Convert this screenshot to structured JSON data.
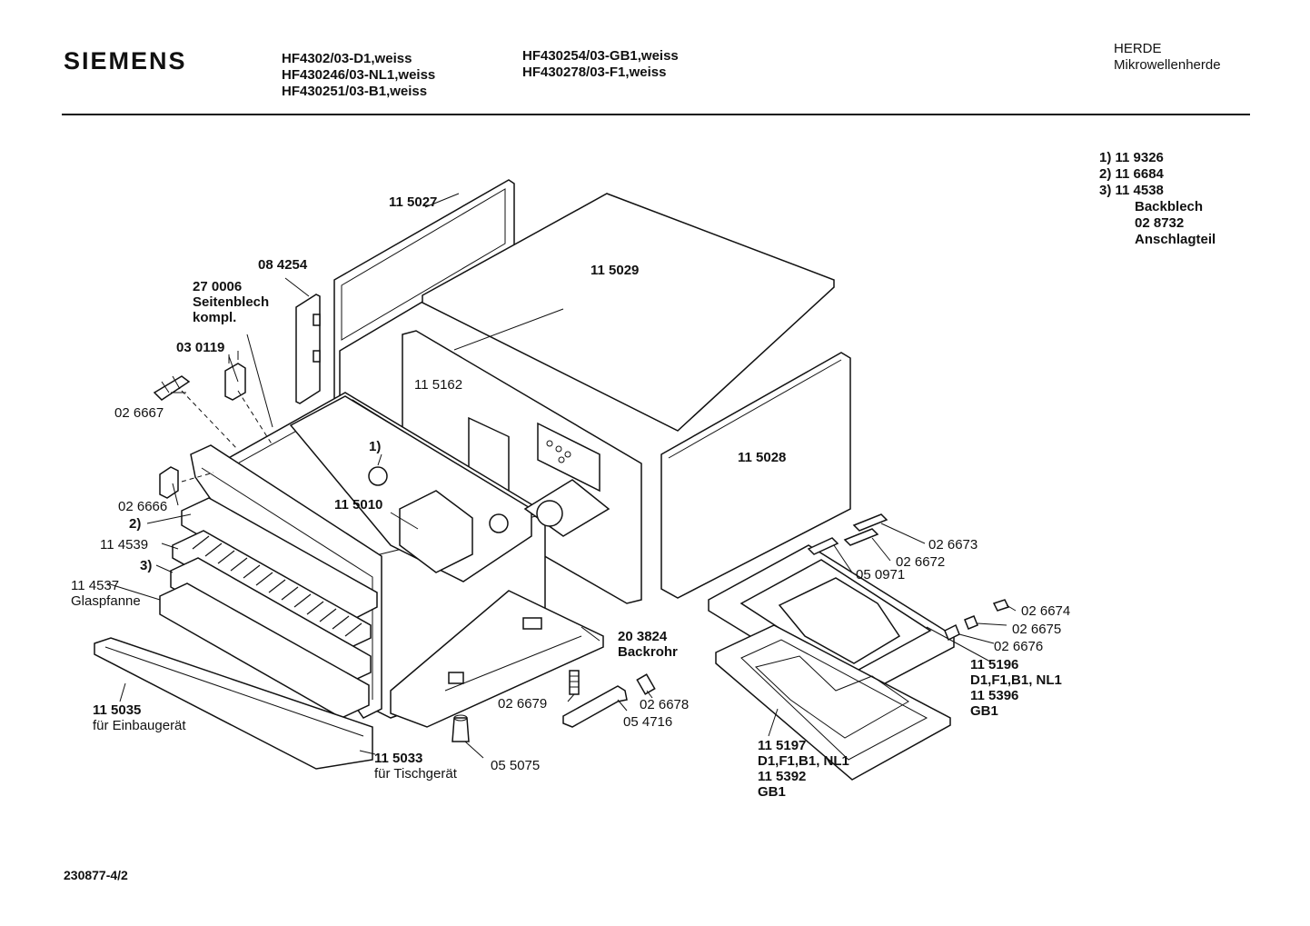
{
  "header": {
    "brand": "SIEMENS",
    "models_col1": [
      "HF4302/03-D1,weiss",
      "HF430246/03-NL1,weiss",
      "HF430251/03-B1,weiss"
    ],
    "models_col2": [
      "HF430254/03-GB1,weiss",
      "HF430278/03-F1,weiss"
    ],
    "category": [
      "HERDE",
      "Mikrowellenherde"
    ]
  },
  "legend": [
    {
      "text": "1) 11 9326",
      "indent": false
    },
    {
      "text": "2) 11 6684",
      "indent": false
    },
    {
      "text": "3) 11 4538",
      "indent": false
    },
    {
      "text": "Backblech",
      "indent": true
    },
    {
      "text": "02 8732",
      "indent": true
    },
    {
      "text": "Anschlagteil",
      "indent": true
    }
  ],
  "parts": {
    "p115027": {
      "lines": [
        "11 5027"
      ]
    },
    "p115029": {
      "lines": [
        "11 5029"
      ]
    },
    "p084254": {
      "lines": [
        "08 4254"
      ]
    },
    "p270006": {
      "lines": [
        "27 0006",
        "Seitenblech",
        "kompl."
      ]
    },
    "p030119": {
      "lines": [
        "03 0119"
      ]
    },
    "p115162": {
      "lines": [
        "11 5162"
      ]
    },
    "p026667": {
      "lines": [
        "02 6667"
      ]
    },
    "p_ref1": {
      "lines": [
        "1)"
      ]
    },
    "p115028": {
      "lines": [
        "11 5028"
      ]
    },
    "p115010": {
      "lines": [
        "11 5010"
      ]
    },
    "p026666": {
      "lines": [
        "02 6666"
      ]
    },
    "p_ref2": {
      "lines": [
        "2)"
      ]
    },
    "p114539": {
      "lines": [
        "11 4539"
      ]
    },
    "p_ref3": {
      "lines": [
        "3)"
      ]
    },
    "p114537": {
      "lines": [
        "11 4537",
        "Glaspfanne"
      ]
    },
    "p026673": {
      "lines": [
        "02 6673"
      ]
    },
    "p026672": {
      "lines": [
        "02 6672"
      ]
    },
    "p050971": {
      "lines": [
        "05 0971"
      ]
    },
    "p026674": {
      "lines": [
        "02 6674"
      ]
    },
    "p026675": {
      "lines": [
        "02 6675"
      ]
    },
    "p026676": {
      "lines": [
        "02 6676"
      ]
    },
    "p203824": {
      "lines": [
        "20 3824",
        "Backrohr"
      ]
    },
    "p115196": {
      "lines": [
        "11 5196",
        "D1,F1,B1, NL1",
        "11 5396",
        "GB1"
      ]
    },
    "p026679": {
      "lines": [
        "02 6679"
      ]
    },
    "p026678": {
      "lines": [
        "02 6678"
      ]
    },
    "p054716": {
      "lines": [
        "05 4716"
      ]
    },
    "p115035": {
      "lines": [
        "11 5035",
        "für Einbaugerät"
      ]
    },
    "p115033": {
      "lines": [
        "11 5033",
        "für Tischgerät"
      ]
    },
    "p055075": {
      "lines": [
        "05 5075"
      ]
    },
    "p115197": {
      "lines": [
        "11 5197",
        "D1,F1,B1, NL1",
        "11 5392",
        "GB1"
      ]
    }
  },
  "document_number": "230877-4/2"
}
